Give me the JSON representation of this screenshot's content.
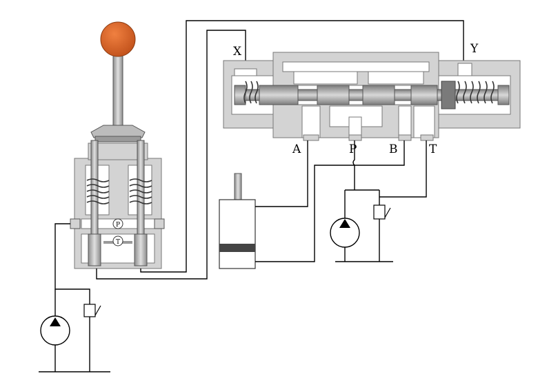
{
  "ports": {
    "x": "X",
    "y": "Y",
    "a": "A",
    "p": "P",
    "b": "B",
    "t": "T"
  },
  "gauges": {
    "upper": "P",
    "lower": "T"
  },
  "colors": {
    "body": "#d3d3d3",
    "spool": "#a9a9a9",
    "knob": "#d9601e",
    "line": "#000000",
    "cavity": "#ffffff"
  },
  "icons": {
    "knob": "orange-ball-knob-icon",
    "pump": "hydraulic-pump-icon",
    "relief": "relief-valve-icon",
    "spring": "spring-icon",
    "cylinder": "hydraulic-cylinder-icon"
  }
}
